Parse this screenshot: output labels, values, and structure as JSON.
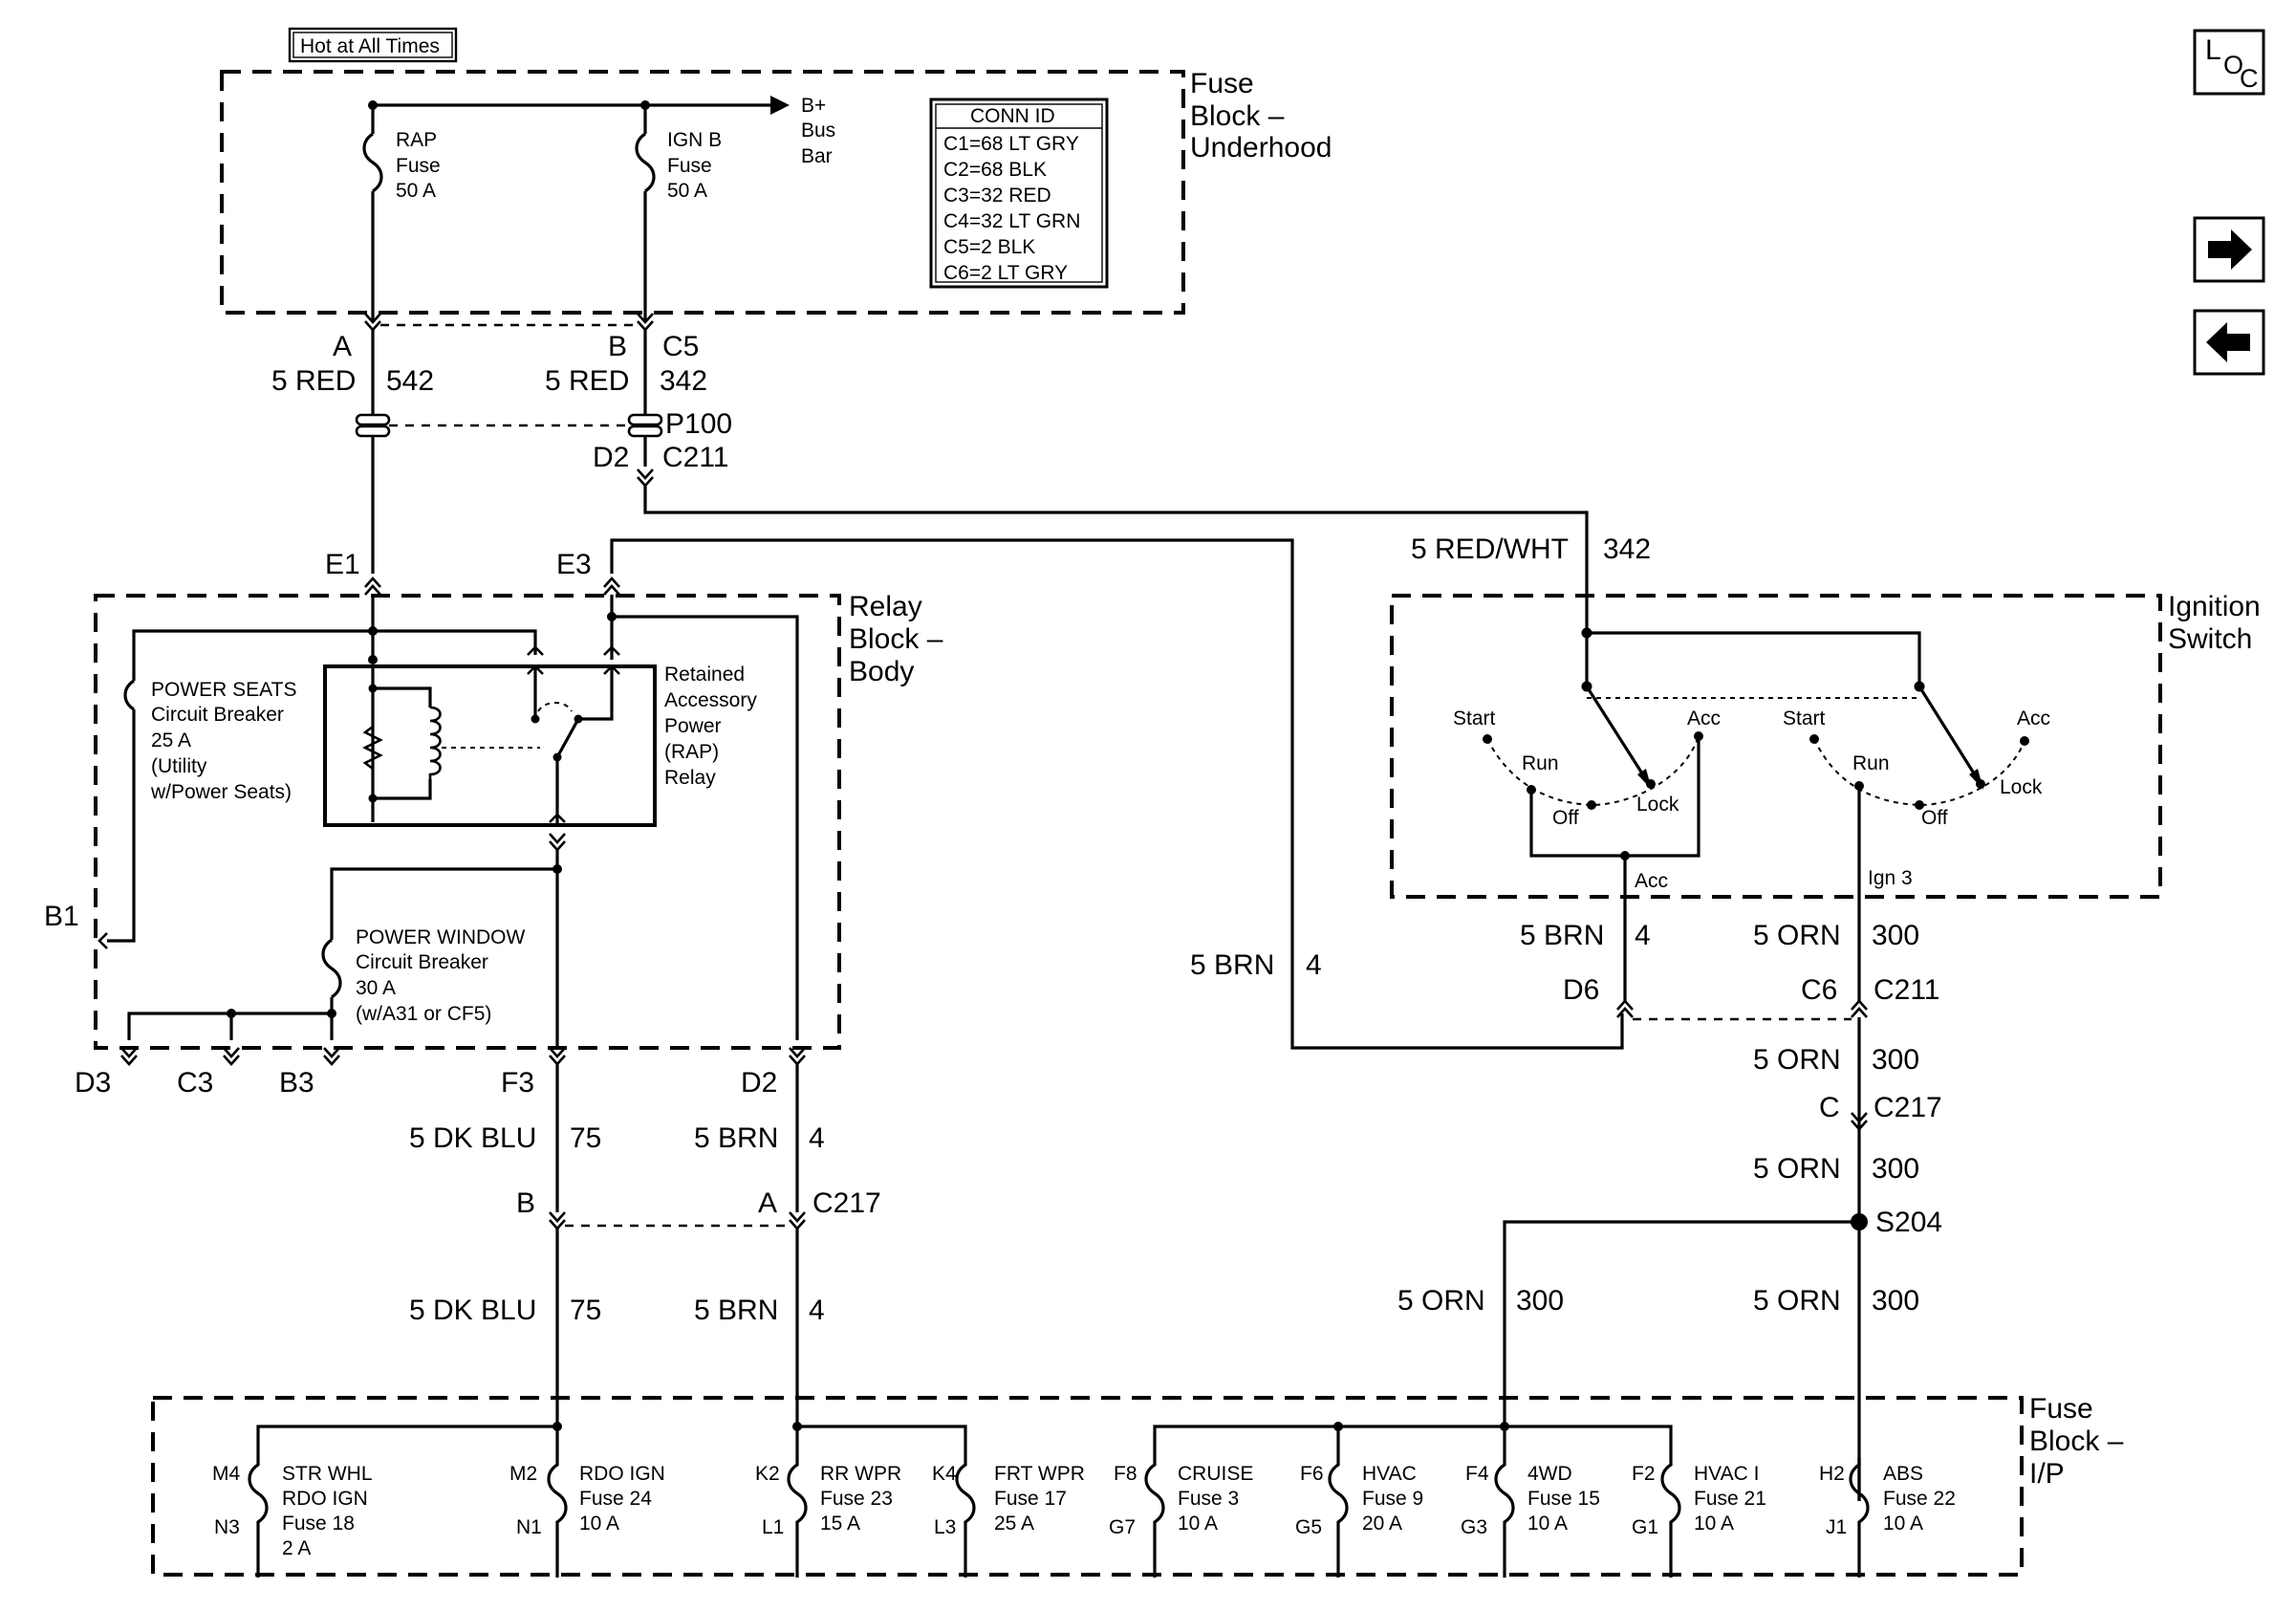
{
  "header": {
    "hot_label": "Hot at All Times"
  },
  "nav": {
    "loc": {
      "l": "L",
      "o": "O",
      "c": "C"
    }
  },
  "fuse_block_underhood": {
    "title": [
      "Fuse",
      "Block –",
      "Underhood"
    ],
    "rap_fuse": [
      "RAP",
      "Fuse",
      "50 A"
    ],
    "ign_b_fuse": [
      "IGN B",
      "Fuse",
      "50 A"
    ],
    "bus_bar": [
      "B+",
      "Bus",
      "Bar"
    ],
    "conn_id": {
      "header": "CONN ID",
      "rows": [
        "C1=68 LT GRY",
        "C2=68 BLK",
        "C3=32 RED",
        "C4=32 LT GRN",
        "C5=2 BLK",
        "C6=2 LT GRY"
      ]
    }
  },
  "wiring_top": {
    "pin_a": "A",
    "pin_b": "B",
    "conn_c5": "C5",
    "wire_542": "5 RED",
    "circuit_542": "542",
    "wire_342": "5 RED",
    "circuit_342": "342",
    "p100": "P100",
    "pin_d2": "D2",
    "conn_c211": "C211",
    "wire_red_wht": "5 RED/WHT",
    "circuit_red_wht": "342",
    "wire_brn_long": "5 BRN",
    "circuit_brn_long": "4"
  },
  "relay_block": {
    "title": [
      "Relay",
      "Block –",
      "Body"
    ],
    "pin_e1": "E1",
    "pin_e3": "E3",
    "pin_b1": "B1",
    "power_seats": [
      "POWER SEATS",
      "Circuit Breaker",
      "25 A",
      "(Utility",
      "w/Power Seats)"
    ],
    "rap_relay": [
      "Retained",
      "Accessory",
      "Power",
      "(RAP)",
      "Relay"
    ],
    "power_window": [
      "POWER WINDOW",
      "Circuit Breaker",
      "30 A",
      "(w/A31 or CF5)"
    ],
    "bottom_pins": [
      "D3",
      "C3",
      "B3",
      "F3",
      "D2"
    ]
  },
  "ignition_switch": {
    "title": [
      "Ignition",
      "Switch"
    ],
    "left_section": {
      "start": "Start",
      "run": "Run",
      "off": "Off",
      "lock": "Lock",
      "acc": "Acc",
      "output": "Acc"
    },
    "right_section": {
      "start": "Start",
      "run": "Run",
      "off": "Off",
      "lock": "Lock",
      "acc": "Acc",
      "output": "Ign 3"
    }
  },
  "wiring_right": {
    "acc_wire": "5 BRN",
    "acc_circuit": "4",
    "ign3_wire": "5 ORN",
    "ign3_circuit": "300",
    "pin_d6": "D6",
    "pin_c6": "C6",
    "conn_c211": "C211",
    "c217_wire": "5 ORN",
    "c217_circuit": "300",
    "pin_c": "C",
    "conn_c217": "C217",
    "s204_wire": "5 ORN",
    "s204_circuit": "300",
    "splice": "S204",
    "branch_left_wire": "5 ORN",
    "branch_left_circuit": "300",
    "branch_right_wire": "5 ORN",
    "branch_right_circuit": "300"
  },
  "wiring_mid": {
    "dkblu_wire": "5 DK BLU",
    "dkblu_circuit": "75",
    "brn_wire": "5 BRN",
    "brn_circuit": "4",
    "pin_b": "B",
    "pin_a": "A",
    "conn_c217": "C217",
    "dkblu_wire2": "5 DK BLU",
    "dkblu_circuit2": "75",
    "brn_wire2": "5 BRN",
    "brn_circuit2": "4"
  },
  "fuse_block_ip": {
    "title": [
      "Fuse",
      "Block –",
      "I/P"
    ],
    "fuses": [
      {
        "top": "M4",
        "bottom": "N3",
        "label": [
          "STR WHL",
          "RDO IGN",
          "Fuse 18",
          "2 A"
        ]
      },
      {
        "top": "M2",
        "bottom": "N1",
        "label": [
          "RDO IGN",
          "Fuse 24",
          "10 A"
        ]
      },
      {
        "top": "K2",
        "bottom": "L1",
        "label": [
          "RR WPR",
          "Fuse 23",
          "15 A"
        ]
      },
      {
        "top": "K4",
        "bottom": "L3",
        "label": [
          "FRT WPR",
          "Fuse 17",
          "25 A"
        ]
      },
      {
        "top": "F8",
        "bottom": "G7",
        "label": [
          "CRUISE",
          "Fuse 3",
          "10 A"
        ]
      },
      {
        "top": "F6",
        "bottom": "G5",
        "label": [
          "HVAC",
          "Fuse 9",
          "20 A"
        ]
      },
      {
        "top": "F4",
        "bottom": "G3",
        "label": [
          "4WD",
          "Fuse 15",
          "10 A"
        ]
      },
      {
        "top": "F2",
        "bottom": "G1",
        "label": [
          "HVAC I",
          "Fuse 21",
          "10 A"
        ]
      },
      {
        "top": "H2",
        "bottom": "J1",
        "label": [
          "ABS",
          "Fuse 22",
          "10 A"
        ]
      }
    ]
  }
}
